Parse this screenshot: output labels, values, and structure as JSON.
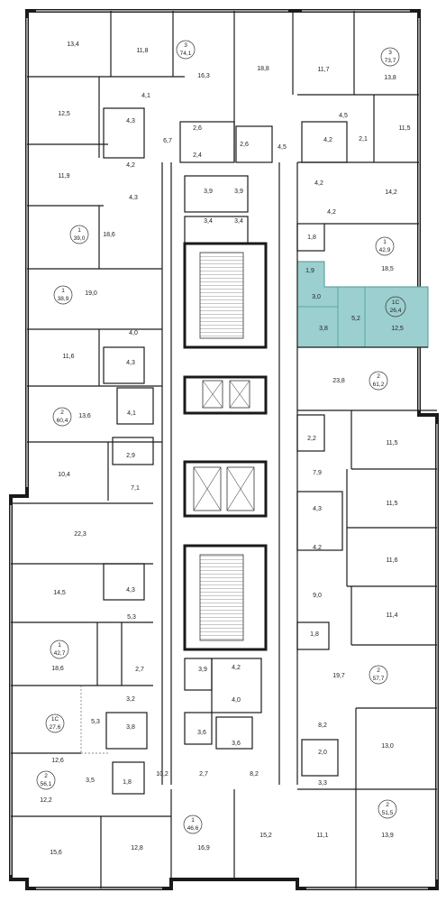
{
  "colors": {
    "wall": "#1a1a1a",
    "thin_wall": "#333333",
    "highlight": "#9ccfcf",
    "highlight_stroke": "#4a9a9a",
    "window": "#9a9a9a"
  },
  "selected_apartment": {
    "rooms": "1С",
    "area": "26,4"
  },
  "apartments": [
    {
      "id": "apt-74-1",
      "rooms": "3",
      "area": "74,1"
    },
    {
      "id": "apt-73-7",
      "rooms": "3",
      "area": "73,7"
    },
    {
      "id": "apt-39-0",
      "rooms": "1",
      "area": "39,0"
    },
    {
      "id": "apt-42-9",
      "rooms": "1",
      "area": "42,9"
    },
    {
      "id": "apt-38-9",
      "rooms": "1",
      "area": "38,9"
    },
    {
      "id": "apt-26-4",
      "rooms": "1С",
      "area": "26,4"
    },
    {
      "id": "apt-61-2",
      "rooms": "2",
      "area": "61,2"
    },
    {
      "id": "apt-60-4",
      "rooms": "2",
      "area": "60,4"
    },
    {
      "id": "apt-42-7",
      "rooms": "1",
      "area": "42,7"
    },
    {
      "id": "apt-57-7",
      "rooms": "2",
      "area": "57,7"
    },
    {
      "id": "apt-27-6",
      "rooms": "1С",
      "area": "27,6"
    },
    {
      "id": "apt-56-1",
      "rooms": "2",
      "area": "56,1"
    },
    {
      "id": "apt-46-6",
      "rooms": "1",
      "area": "46,6"
    },
    {
      "id": "apt-51-5",
      "rooms": "2",
      "area": "51,5"
    }
  ],
  "room_areas": {
    "r1": "13,4",
    "r2": "11,8",
    "r3": "16,3",
    "r4": "18,8",
    "r5": "11,7",
    "r6": "13,8",
    "r7": "4,1",
    "r8": "12,5",
    "r9": "4,3",
    "r10": "6,7",
    "r11": "2,6",
    "r12": "2,6",
    "r13": "4,5",
    "r14": "4,5",
    "r15": "11,5",
    "r16": "4,2",
    "r17": "2,4",
    "r18": "2,1",
    "r19": "4,2",
    "r20": "11,9",
    "r21": "4,2",
    "r22": "3,9",
    "r23": "3,9",
    "r24": "14,2",
    "r25": "4,3",
    "r26": "3,4",
    "r27": "3,4",
    "r28": "4,2",
    "r29": "18,6",
    "r30": "1,8",
    "r31": "18,5",
    "r32": "1,9",
    "r33": "19,0",
    "r34": "3,0",
    "r35": "5,2",
    "r36": "3,8",
    "r37": "12,5",
    "r38": "4,0",
    "r39": "11,6",
    "r40": "4,3",
    "r41": "23,8",
    "r42": "13,6",
    "r43": "4,1",
    "r44": "2,2",
    "r45": "11,5",
    "r46": "2,9",
    "r47": "10,4",
    "r48": "7,9",
    "r49": "7,1",
    "r50": "11,5",
    "r51": "4,3",
    "r52": "22,3",
    "r53": "4,2",
    "r54": "11,6",
    "r55": "14,5",
    "r56": "4,3",
    "r57": "9,0",
    "r58": "11,4",
    "r59": "5,3",
    "r60": "1,8",
    "r61": "18,6",
    "r62": "2,7",
    "r63": "19,7",
    "r64": "3,9",
    "r65": "4,2",
    "r66": "4,0",
    "r67": "3,2",
    "r68": "8,2",
    "r69": "5,3",
    "r70": "3,8",
    "r71": "3,6",
    "r72": "3,6",
    "r73": "2,0",
    "r74": "13,0",
    "r75": "12,6",
    "r76": "3,3",
    "r77": "3,5",
    "r78": "1,8",
    "r79": "10,2",
    "r80": "2,7",
    "r81": "8,2",
    "r82": "12,2",
    "r83": "15,6",
    "r84": "12,8",
    "r85": "16,9",
    "r86": "15,2",
    "r87": "11,1",
    "r88": "13,9"
  }
}
